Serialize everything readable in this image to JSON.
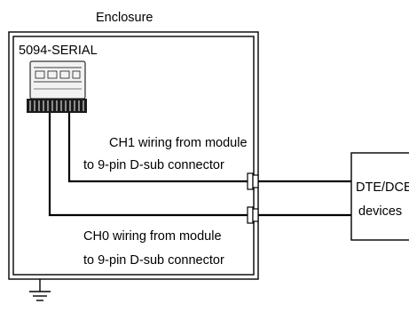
{
  "diagram": {
    "enclosure_label": "Enclosure",
    "module_label": "5094-SERIAL",
    "ch1_label_line1": "CH1 wiring from module",
    "ch1_label_line2": "to 9-pin D-sub connector",
    "ch0_label_line1": "CH0 wiring from module",
    "ch0_label_line2": "to 9-pin D-sub connector",
    "device_label_line1": "DTE/DCE",
    "device_label_line2": "devices"
  },
  "colors": {
    "line": "#000000",
    "module_body": "#f2f2f2",
    "module_terminal": "#1a1a1a",
    "background": "#ffffff"
  },
  "icons": {
    "module": "io-module-icon",
    "connector": "d-sub-connector-icon",
    "ground": "ground-symbol-icon"
  }
}
